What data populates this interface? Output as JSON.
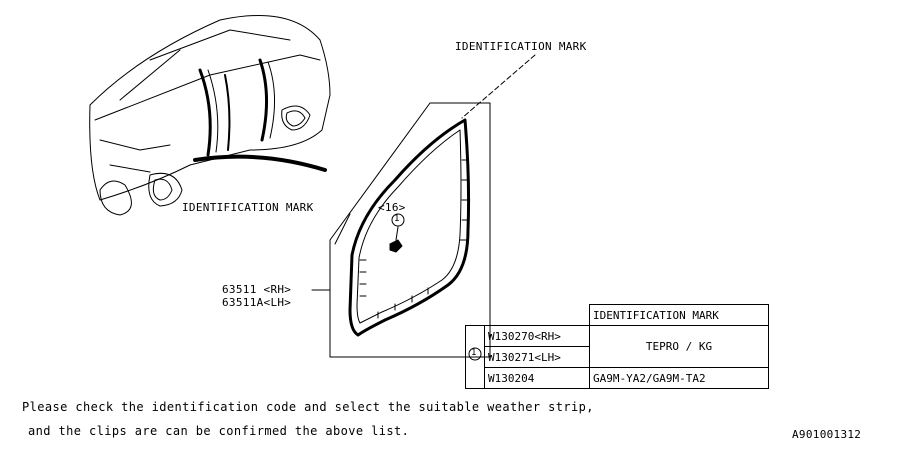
{
  "labels": {
    "id_mark_top": "IDENTIFICATION MARK",
    "id_mark_mid": "IDENTIFICATION MARK",
    "part_count": "<16>",
    "callout_num": "1",
    "part_rh": "63511 <RH>",
    "part_lh": "63511A<LH>"
  },
  "table": {
    "header": "IDENTIFICATION MARK",
    "ref_num": "1",
    "rows": [
      {
        "part": "W130270<RH>"
      },
      {
        "part": "W130271<LH>"
      },
      {
        "part": "W130204",
        "mark": "GA9M-YA2/GA9M-TA2"
      }
    ],
    "merged_mark_main": "TEPRO",
    "merged_mark_suffix": "/ KG"
  },
  "notes": {
    "line1": "Please check the identification code and select the suitable weather strip,",
    "line2": "and the clips are can be confirmed the above list."
  },
  "figure_id": "A901001312"
}
